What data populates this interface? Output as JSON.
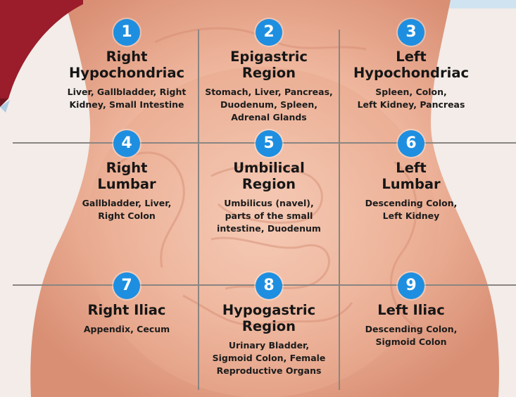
{
  "colors": {
    "badge": "#1e8fe0",
    "badge_text": "#ffffff",
    "grid_line": "#8a8582",
    "skin": "#e9a98f",
    "corner_accent": "#9b1c2b",
    "text": "#161616"
  },
  "regions": [
    {
      "number": "1",
      "title": "Right\nHypochondriac",
      "organs": "Liver, Gallbladder, Right\nKidney, Small Intestine"
    },
    {
      "number": "2",
      "title": "Epigastric\nRegion",
      "organs": "Stomach, Liver, Pancreas,\nDuodenum, Spleen,\nAdrenal Glands"
    },
    {
      "number": "3",
      "title": "Left\nHypochondriac",
      "organs": "Spleen, Colon,\nLeft Kidney, Pancreas"
    },
    {
      "number": "4",
      "title": "Right\nLumbar",
      "organs": "Gallbladder, Liver,\nRight Colon"
    },
    {
      "number": "5",
      "title": "Umbilical\nRegion",
      "organs": "Umbilicus (navel),\nparts of the small\nintestine, Duodenum"
    },
    {
      "number": "6",
      "title": "Left\nLumbar",
      "organs": "Descending Colon,\nLeft Kidney"
    },
    {
      "number": "7",
      "title": "Right Iliac",
      "organs": "Appendix, Cecum"
    },
    {
      "number": "8",
      "title": "Hypogastric\nRegion",
      "organs": "Urinary Bladder,\nSigmoid Colon, Female\nReproductive Organs"
    },
    {
      "number": "9",
      "title": "Left Iliac",
      "organs": "Descending Colon,\nSigmoid Colon"
    }
  ]
}
